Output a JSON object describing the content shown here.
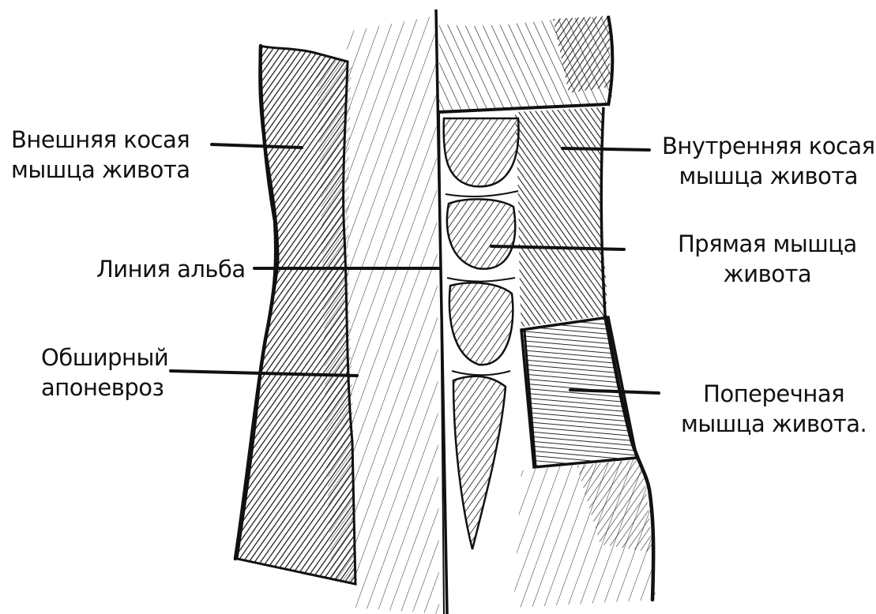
{
  "labels": {
    "external_oblique": {
      "line1": "Внешняя косая",
      "line2": "мышца живота"
    },
    "linea_alba": "Линия альба",
    "broad_aponeurosis": {
      "line1": "Обширный",
      "line2": "апоневроз"
    },
    "internal_oblique": {
      "line1": "Внутренняя косая",
      "line2": "мышца живота"
    },
    "rectus_abdominis": {
      "line1": "Прямая мышца",
      "line2": "живота"
    },
    "transversus_abdominis": {
      "line1": "Поперечная",
      "line2": "мышца живота."
    }
  },
  "colors": {
    "ink": "#111111",
    "paper": "#ffffff"
  }
}
